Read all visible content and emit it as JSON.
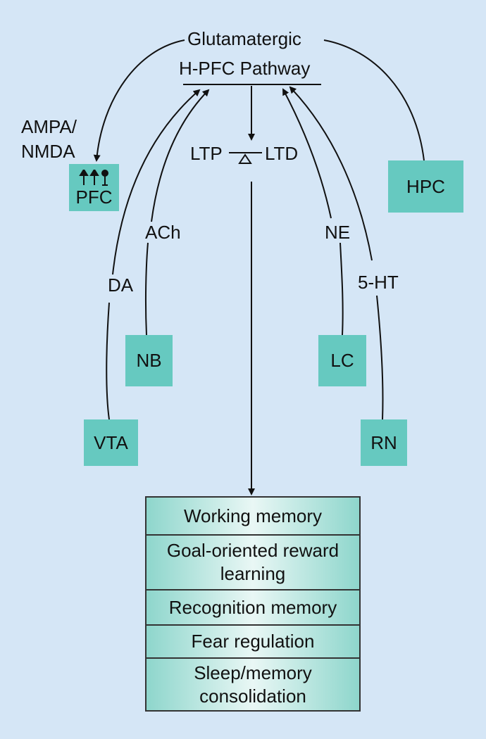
{
  "pathway": {
    "line1": "Glutamatergic",
    "line2": "H-PFC Pathway"
  },
  "receptor_label": {
    "line1": "AMPA/",
    "line2": "NMDA"
  },
  "plasticity": {
    "left": "LTP",
    "right": "LTD"
  },
  "nodes": {
    "pfc": "PFC",
    "hpc": "HPC",
    "nb": "NB",
    "vta": "VTA",
    "lc": "LC",
    "rn": "RN"
  },
  "neuromodulators": {
    "da": "DA",
    "ach": "ACh",
    "ne": "NE",
    "serotonin": "5-HT"
  },
  "outcomes": [
    "Working memory",
    "Goal-oriented reward learning",
    "Recognition memory",
    "Fear regulation",
    "Sleep/memory consolidation"
  ],
  "colors": {
    "background": "#d5e6f6",
    "node_fill": "#66c9c0",
    "line": "#111111"
  }
}
